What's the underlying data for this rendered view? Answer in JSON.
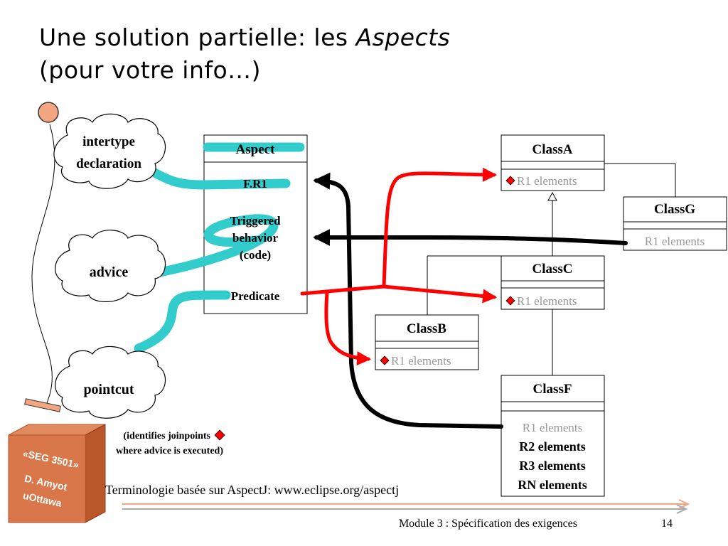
{
  "slide": {
    "title_pre": "Une solution partielle: les ",
    "title_em": "Aspects",
    "title_line2": "(pour votre info…)",
    "footer": "Module 3 : Spécification des exigences",
    "page_number": "14",
    "terminology": "Terminologie basée sur AspectJ: www.eclipse.org/aspectj"
  },
  "clouds": {
    "intertype_l1": "intertype",
    "intertype_l2": "declaration",
    "advice": "advice",
    "pointcut": "pointcut"
  },
  "aspect": {
    "name": "Aspect",
    "fr1": "F.R1",
    "triggered_l1": "Triggered",
    "triggered_l2": "behavior",
    "triggered_l3": "(code)",
    "predicate": "Predicate"
  },
  "classes": {
    "a": {
      "name": "ClassA",
      "attr": "R1 elements"
    },
    "g": {
      "name": "ClassG",
      "attr": "R1 elements"
    },
    "c": {
      "name": "ClassC",
      "attr": "R1 elements"
    },
    "b": {
      "name": "ClassB",
      "attr": "R1 elements"
    },
    "f": {
      "name": "ClassF",
      "attrs": [
        "R1 elements",
        "R2 elements",
        "R3 elements",
        "RN elements"
      ]
    }
  },
  "joinpoint_note": {
    "line1": "(identifies joinpoints",
    "line2": "where advice is executed)"
  },
  "badge": {
    "course": "«SEG 3501»",
    "author": "D. Amyot",
    "institution": "uOttawa"
  },
  "colors": {
    "teal": "#33cccc",
    "red": "#ff0000",
    "grey_text": "#999999",
    "badge": "#d9774a",
    "pin": "#f4a582"
  }
}
